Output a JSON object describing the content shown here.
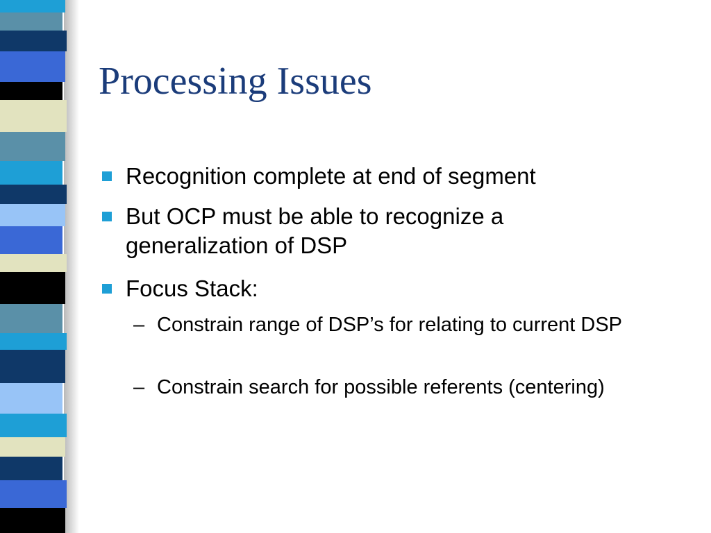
{
  "slide": {
    "title": "Processing Issues",
    "bullets": [
      {
        "text": "Recognition complete at end of segment"
      },
      {
        "text": "But OCP must be able to recognize a generalization of DSP"
      },
      {
        "text": "Focus Stack:"
      }
    ],
    "sub_bullets": [
      {
        "marker": "–",
        "text": "Constrain range of DSP’s for relating to current DSP"
      },
      {
        "marker": "–",
        "text": "Constrain search for possible referents (centering)"
      }
    ]
  },
  "colors": {
    "title": "#1b3c7a",
    "bullet": "#1e9fd6",
    "stripe_palette": [
      "#1e9fd6",
      "#5a90a8",
      "#0f3868",
      "#3a68d6",
      "#000000",
      "#e2e3bf",
      "#98c4f7"
    ]
  }
}
